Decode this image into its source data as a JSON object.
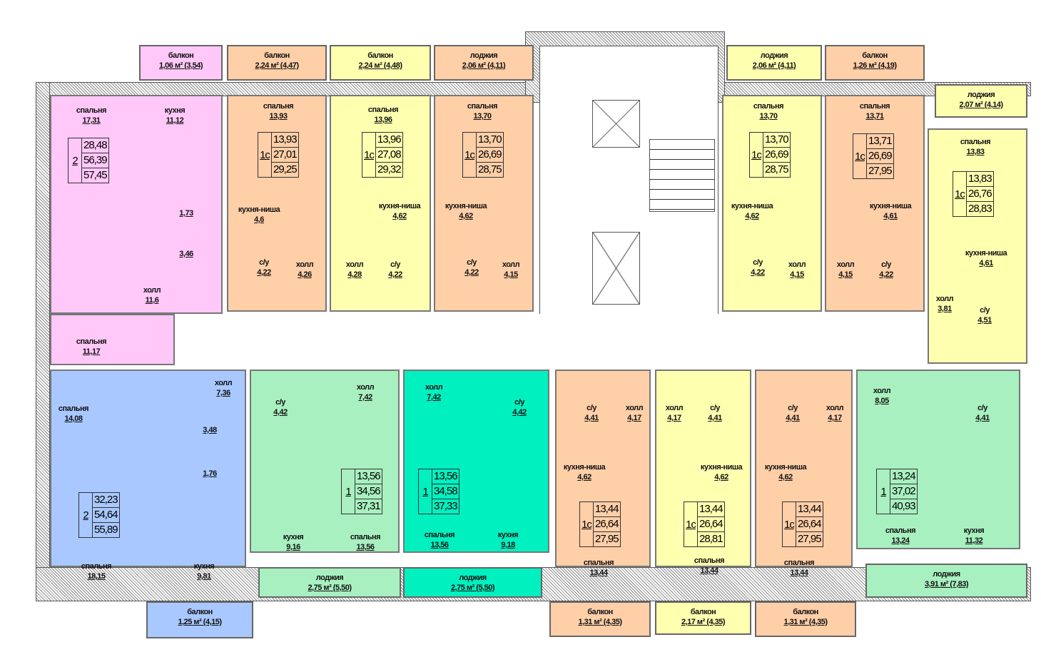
{
  "colors": {
    "pink": "#ffc8f8",
    "orange": "#ffcfa8",
    "yellow": "#ffffb0",
    "blue": "#a8c8ff",
    "green": "#a8f0c0",
    "teal": "#00f0c0"
  },
  "apartments": [
    {
      "color": "pink",
      "box": {
        "type": "2",
        "values": [
          "28,48",
          "56,39",
          "57,45"
        ]
      },
      "rooms": [
        {
          "name": "спальня",
          "area": "17,31"
        },
        {
          "name": "кухня",
          "area": "11,12"
        },
        {
          "name": "",
          "area": "1,73"
        },
        {
          "name": "",
          "area": "3,46"
        },
        {
          "name": "холл",
          "area": "11,6"
        },
        {
          "name": "спальня",
          "area": "11,17"
        }
      ]
    },
    {
      "color": "orange",
      "box": {
        "type": "1с",
        "values": [
          "13,93",
          "27,01",
          "29,25"
        ]
      },
      "rooms": [
        {
          "name": "спальня",
          "area": "13,93"
        },
        {
          "name": "кухня-ниша",
          "area": "4,6"
        },
        {
          "name": "с/у",
          "area": "4,22"
        },
        {
          "name": "холл",
          "area": "4,26"
        }
      ]
    },
    {
      "color": "yellow",
      "box": {
        "type": "1с",
        "values": [
          "13,96",
          "27,08",
          "29,32"
        ]
      },
      "rooms": [
        {
          "name": "спальня",
          "area": "13,96"
        },
        {
          "name": "кухня-ниша",
          "area": "4,62"
        },
        {
          "name": "холл",
          "area": "4,28"
        },
        {
          "name": "с/у",
          "area": "4,22"
        }
      ]
    },
    {
      "color": "orange",
      "box": {
        "type": "1с",
        "values": [
          "13,70",
          "26,69",
          "28,75"
        ]
      },
      "rooms": [
        {
          "name": "спальня",
          "area": "13,70"
        },
        {
          "name": "кухня-ниша",
          "area": "4,62"
        },
        {
          "name": "с/у",
          "area": "4,22"
        },
        {
          "name": "холл",
          "area": "4,15"
        }
      ]
    },
    {
      "color": "yellow",
      "box": {
        "type": "1с",
        "values": [
          "13,70",
          "26,69",
          "28,75"
        ]
      },
      "rooms": [
        {
          "name": "спальня",
          "area": "13,70"
        },
        {
          "name": "кухня-ниша",
          "area": "4,62"
        },
        {
          "name": "с/у",
          "area": "4,22"
        },
        {
          "name": "холл",
          "area": "4,15"
        }
      ]
    },
    {
      "color": "orange",
      "box": {
        "type": "1с",
        "values": [
          "13,71",
          "26,69",
          "27,95"
        ]
      },
      "rooms": [
        {
          "name": "спальня",
          "area": "13,71"
        },
        {
          "name": "кухня-ниша",
          "area": "4,61"
        },
        {
          "name": "холл",
          "area": "4,15"
        },
        {
          "name": "с/у",
          "area": "4,22"
        }
      ]
    },
    {
      "color": "yellow",
      "box": {
        "type": "1с",
        "values": [
          "13,83",
          "26,76",
          "28,83"
        ]
      },
      "rooms": [
        {
          "name": "спальня",
          "area": "13,83"
        },
        {
          "name": "кухня-ниша",
          "area": "4,61"
        },
        {
          "name": "холл",
          "area": "3,81"
        },
        {
          "name": "с/у",
          "area": "4,51"
        }
      ]
    },
    {
      "color": "blue",
      "box": {
        "type": "2",
        "values": [
          "32,23",
          "54,64",
          "55,89"
        ]
      },
      "rooms": [
        {
          "name": "холл",
          "area": "7,36"
        },
        {
          "name": "спальня",
          "area": "14,08"
        },
        {
          "name": "",
          "area": "3,48"
        },
        {
          "name": "",
          "area": "1,76"
        },
        {
          "name": "спальня",
          "area": "18,15"
        },
        {
          "name": "кухня",
          "area": "9,81"
        }
      ]
    },
    {
      "color": "green",
      "box": {
        "type": "1",
        "values": [
          "13,56",
          "34,56",
          "37,31"
        ]
      },
      "rooms": [
        {
          "name": "с/у",
          "area": "4,42"
        },
        {
          "name": "холл",
          "area": "7,42"
        },
        {
          "name": "кухня",
          "area": "9,16"
        },
        {
          "name": "спальня",
          "area": "13,56"
        }
      ]
    },
    {
      "color": "teal",
      "box": {
        "type": "1",
        "values": [
          "13,56",
          "34,58",
          "37,33"
        ]
      },
      "rooms": [
        {
          "name": "холл",
          "area": "7,42"
        },
        {
          "name": "с/у",
          "area": "4,42"
        },
        {
          "name": "спальня",
          "area": "13,56"
        },
        {
          "name": "кухня",
          "area": "9,18"
        }
      ]
    },
    {
      "color": "orange",
      "box": {
        "type": "1с",
        "values": [
          "13,44",
          "26,64",
          "27,95"
        ]
      },
      "rooms": [
        {
          "name": "с/у",
          "area": "4,41"
        },
        {
          "name": "холл",
          "area": "4,17"
        },
        {
          "name": "кухня-ниша",
          "area": "4,62"
        },
        {
          "name": "спальня",
          "area": "13,44"
        }
      ]
    },
    {
      "color": "yellow",
      "box": {
        "type": "1с",
        "values": [
          "13,44",
          "26,64",
          "28,81"
        ]
      },
      "rooms": [
        {
          "name": "холл",
          "area": "4,17"
        },
        {
          "name": "с/у",
          "area": "4,41"
        },
        {
          "name": "кухня-ниша",
          "area": "4,62"
        },
        {
          "name": "спальня",
          "area": "13,44"
        }
      ]
    },
    {
      "color": "orange",
      "box": {
        "type": "1с",
        "values": [
          "13,44",
          "26,64",
          "27,95"
        ]
      },
      "rooms": [
        {
          "name": "с/у",
          "area": "4,41"
        },
        {
          "name": "холл",
          "area": "4,17"
        },
        {
          "name": "кухня-ниша",
          "area": "4,62"
        },
        {
          "name": "спальня",
          "area": "13,44"
        }
      ]
    },
    {
      "color": "green",
      "box": {
        "type": "1",
        "values": [
          "13,24",
          "37,02",
          "40,93"
        ]
      },
      "rooms": [
        {
          "name": "холл",
          "area": "8,05"
        },
        {
          "name": "с/у",
          "area": "4,41"
        },
        {
          "name": "спальня",
          "area": "13,24"
        },
        {
          "name": "кухня",
          "area": "11,32"
        }
      ]
    }
  ],
  "balconies": [
    {
      "color": "pink",
      "name": "балкон",
      "area": "1,06 м² (3,54)"
    },
    {
      "color": "orange",
      "name": "балкон",
      "area": "2,24 м² (4,47)"
    },
    {
      "color": "yellow",
      "name": "балкон",
      "area": "2,24 м² (4,48)"
    },
    {
      "color": "orange",
      "name": "лоджия",
      "area": "2,06 м² (4,11)"
    },
    {
      "color": "yellow",
      "name": "лоджия",
      "area": "2,06 м² (4,11)"
    },
    {
      "color": "orange",
      "name": "балкон",
      "area": "1,26 м² (4,19)"
    },
    {
      "color": "yellow",
      "name": "лоджия",
      "area": "2,07 м² (4,14)"
    },
    {
      "color": "blue",
      "name": "балкон",
      "area": "1,25 м² (4,15)"
    },
    {
      "color": "green",
      "name": "лоджия",
      "area": "2,75 м² (5,50)"
    },
    {
      "color": "teal",
      "name": "лоджия",
      "area": "2,75 м² (5,50)"
    },
    {
      "color": "orange",
      "name": "балкон",
      "area": "1,31 м² (4,35)"
    },
    {
      "color": "yellow",
      "name": "балкон",
      "area": "2,17 м² (4,35)"
    },
    {
      "color": "orange",
      "name": "балкон",
      "area": "1,31 м² (4,35)"
    },
    {
      "color": "green",
      "name": "лоджия",
      "area": "3,91 м² (7,83)"
    }
  ]
}
